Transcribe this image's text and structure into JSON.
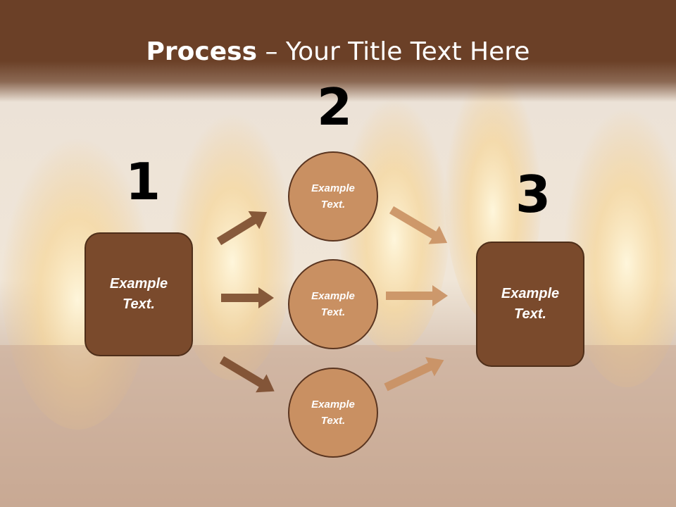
{
  "title": {
    "bold": "Process",
    "rest": " – Your Title Text Here"
  },
  "steps": [
    {
      "number": "1",
      "label": "Example Text."
    },
    {
      "number": "2",
      "items": [
        "Example Text.",
        "Example Text.",
        "Example Text."
      ]
    },
    {
      "number": "3",
      "label": "Example Text."
    }
  ],
  "colors": {
    "header": "#6b4027",
    "box": "#7a4a2c",
    "circle": "#c99062",
    "arrow_dark": "#7a4a2c",
    "arrow_light": "#c99062"
  }
}
